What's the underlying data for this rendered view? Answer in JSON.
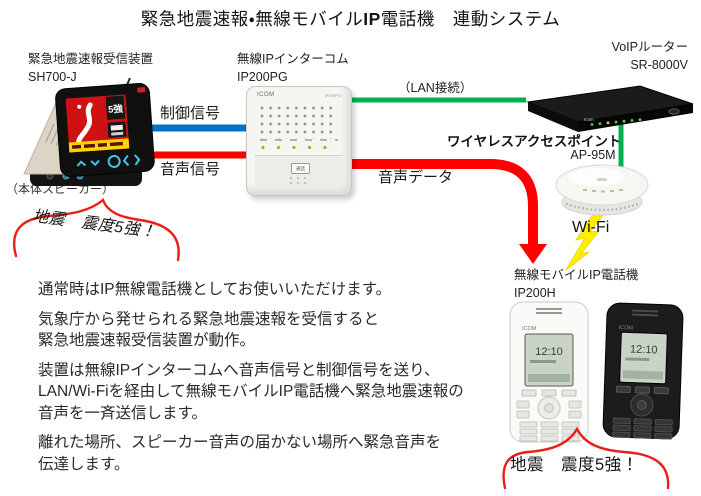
{
  "title": {
    "pre": "緊急地震速報・無線モバイル",
    "bold": "IP",
    "post": "電話機　連動システム"
  },
  "devices": {
    "receiver": {
      "name": "緊急地震速報受信装置",
      "model": "SH700-J",
      "screen_badge": "5強",
      "speaker_note": "（本体スピーカー）"
    },
    "intercom": {
      "name": "無線IPインターコム",
      "model": "IP200PG",
      "brand": "ICOM",
      "talk_button": "通話"
    },
    "router": {
      "name": "VoIPルーター",
      "model": "SR-8000V"
    },
    "access_point": {
      "name": "ワイヤレスアクセスポイント",
      "model": "AP-95M"
    },
    "handsets": {
      "name": "無線モバイルIP電話機",
      "model": "IP200H",
      "brand": "ICOM",
      "screen_time": "12:10"
    }
  },
  "connections": {
    "control_signal": {
      "label": "制御信号",
      "color": "#0072c6"
    },
    "audio_signal": {
      "label": "音声信号",
      "color": "#fe0000"
    },
    "lan": {
      "label": "（LAN接続）",
      "color": "#00b050"
    },
    "audio_data": {
      "label": "音声データ",
      "color": "#fe0000"
    },
    "wifi": {
      "label": "Wi-Fi",
      "color": "#ffee00"
    }
  },
  "callouts": {
    "receiver_alert": "地震　震度5強！",
    "handset_alert": "地震　震度5強！"
  },
  "body": {
    "paragraphs": [
      "通常時はIP無線電話機としてお使いいただけます。",
      "気象庁から発せられる緊急地震速報を受信すると\n緊急地震速報受信装置が動作。",
      "装置は無線IPインターコムへ音声信号と制御信号を送り、\nLAN/Wi-Fiを経由して無線モバイルIP電話機へ緊急地震速報の\n音声を一斉送信します。",
      "離れた場所、スピーカー音声の届かない場所へ緊急音声を\n伝達します。"
    ]
  }
}
